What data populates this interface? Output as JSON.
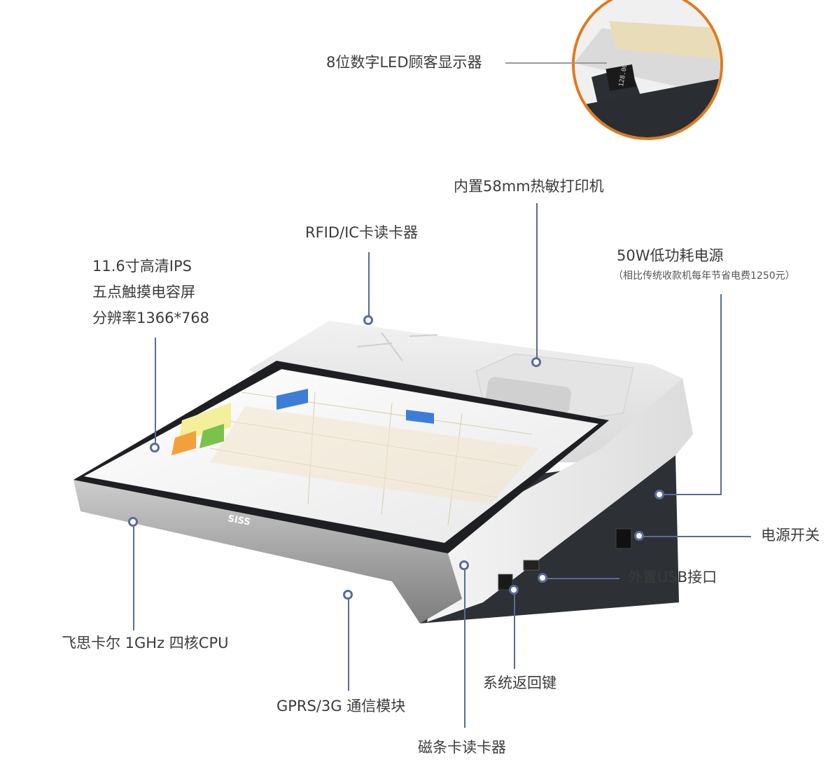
{
  "callouts": {
    "customer_display": "8位数字LED顾客显示器",
    "printer": "内置58mm热敏打印机",
    "rfid": "RFID/IC卡读卡器",
    "power_supply": "50W低功耗电源",
    "power_supply_note": "（相比传统收款机每年节省电费1250元）",
    "screen_line1": "11.6寸高清IPS",
    "screen_line2": "五点触摸电容屏",
    "screen_line3": "分辨率1366*768",
    "power_switch": "电源开关",
    "usb": "外置USB接口",
    "cpu": "飞思卡尔 1GHz 四核CPU",
    "back_key": "系统返回键",
    "gprs": "GPRS/3G 通信模块",
    "magstripe": "磁条卡读卡器"
  },
  "device": {
    "brand": "SISS",
    "display_reading": "128.00"
  },
  "colors": {
    "callout_line": "#5a6a9a",
    "inset_ring": "#e07a1c",
    "body_light": "#e9e9e9",
    "body_dark": "#2c2f33"
  },
  "icons": [
    "callout-dot"
  ]
}
